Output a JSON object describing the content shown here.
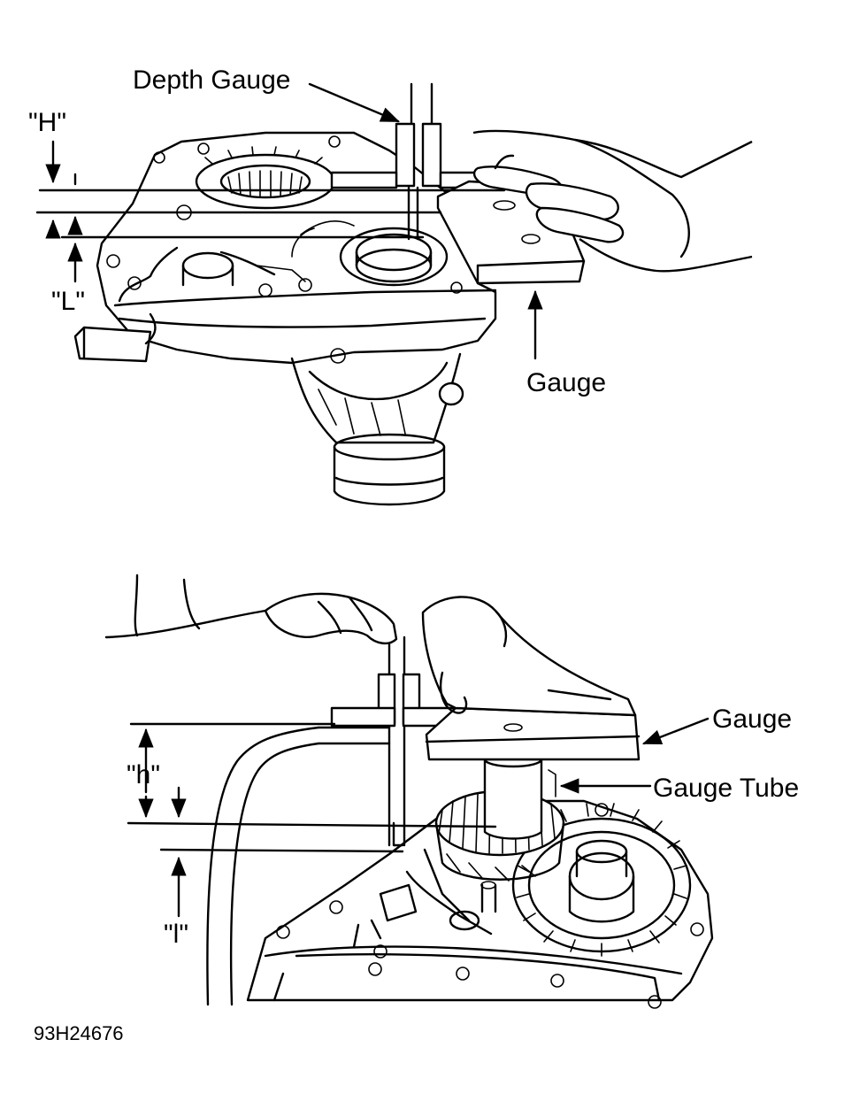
{
  "top_view": {
    "label_depth_gauge": "Depth Gauge",
    "label_H": "\"H\"",
    "label_L": "\"L\"",
    "label_gauge": "Gauge"
  },
  "bottom_view": {
    "label_gauge": "Gauge",
    "label_gauge_tube": "Gauge Tube",
    "label_h": "\"h\"",
    "label_l": "\"l\""
  },
  "figure_code": "93H24676"
}
